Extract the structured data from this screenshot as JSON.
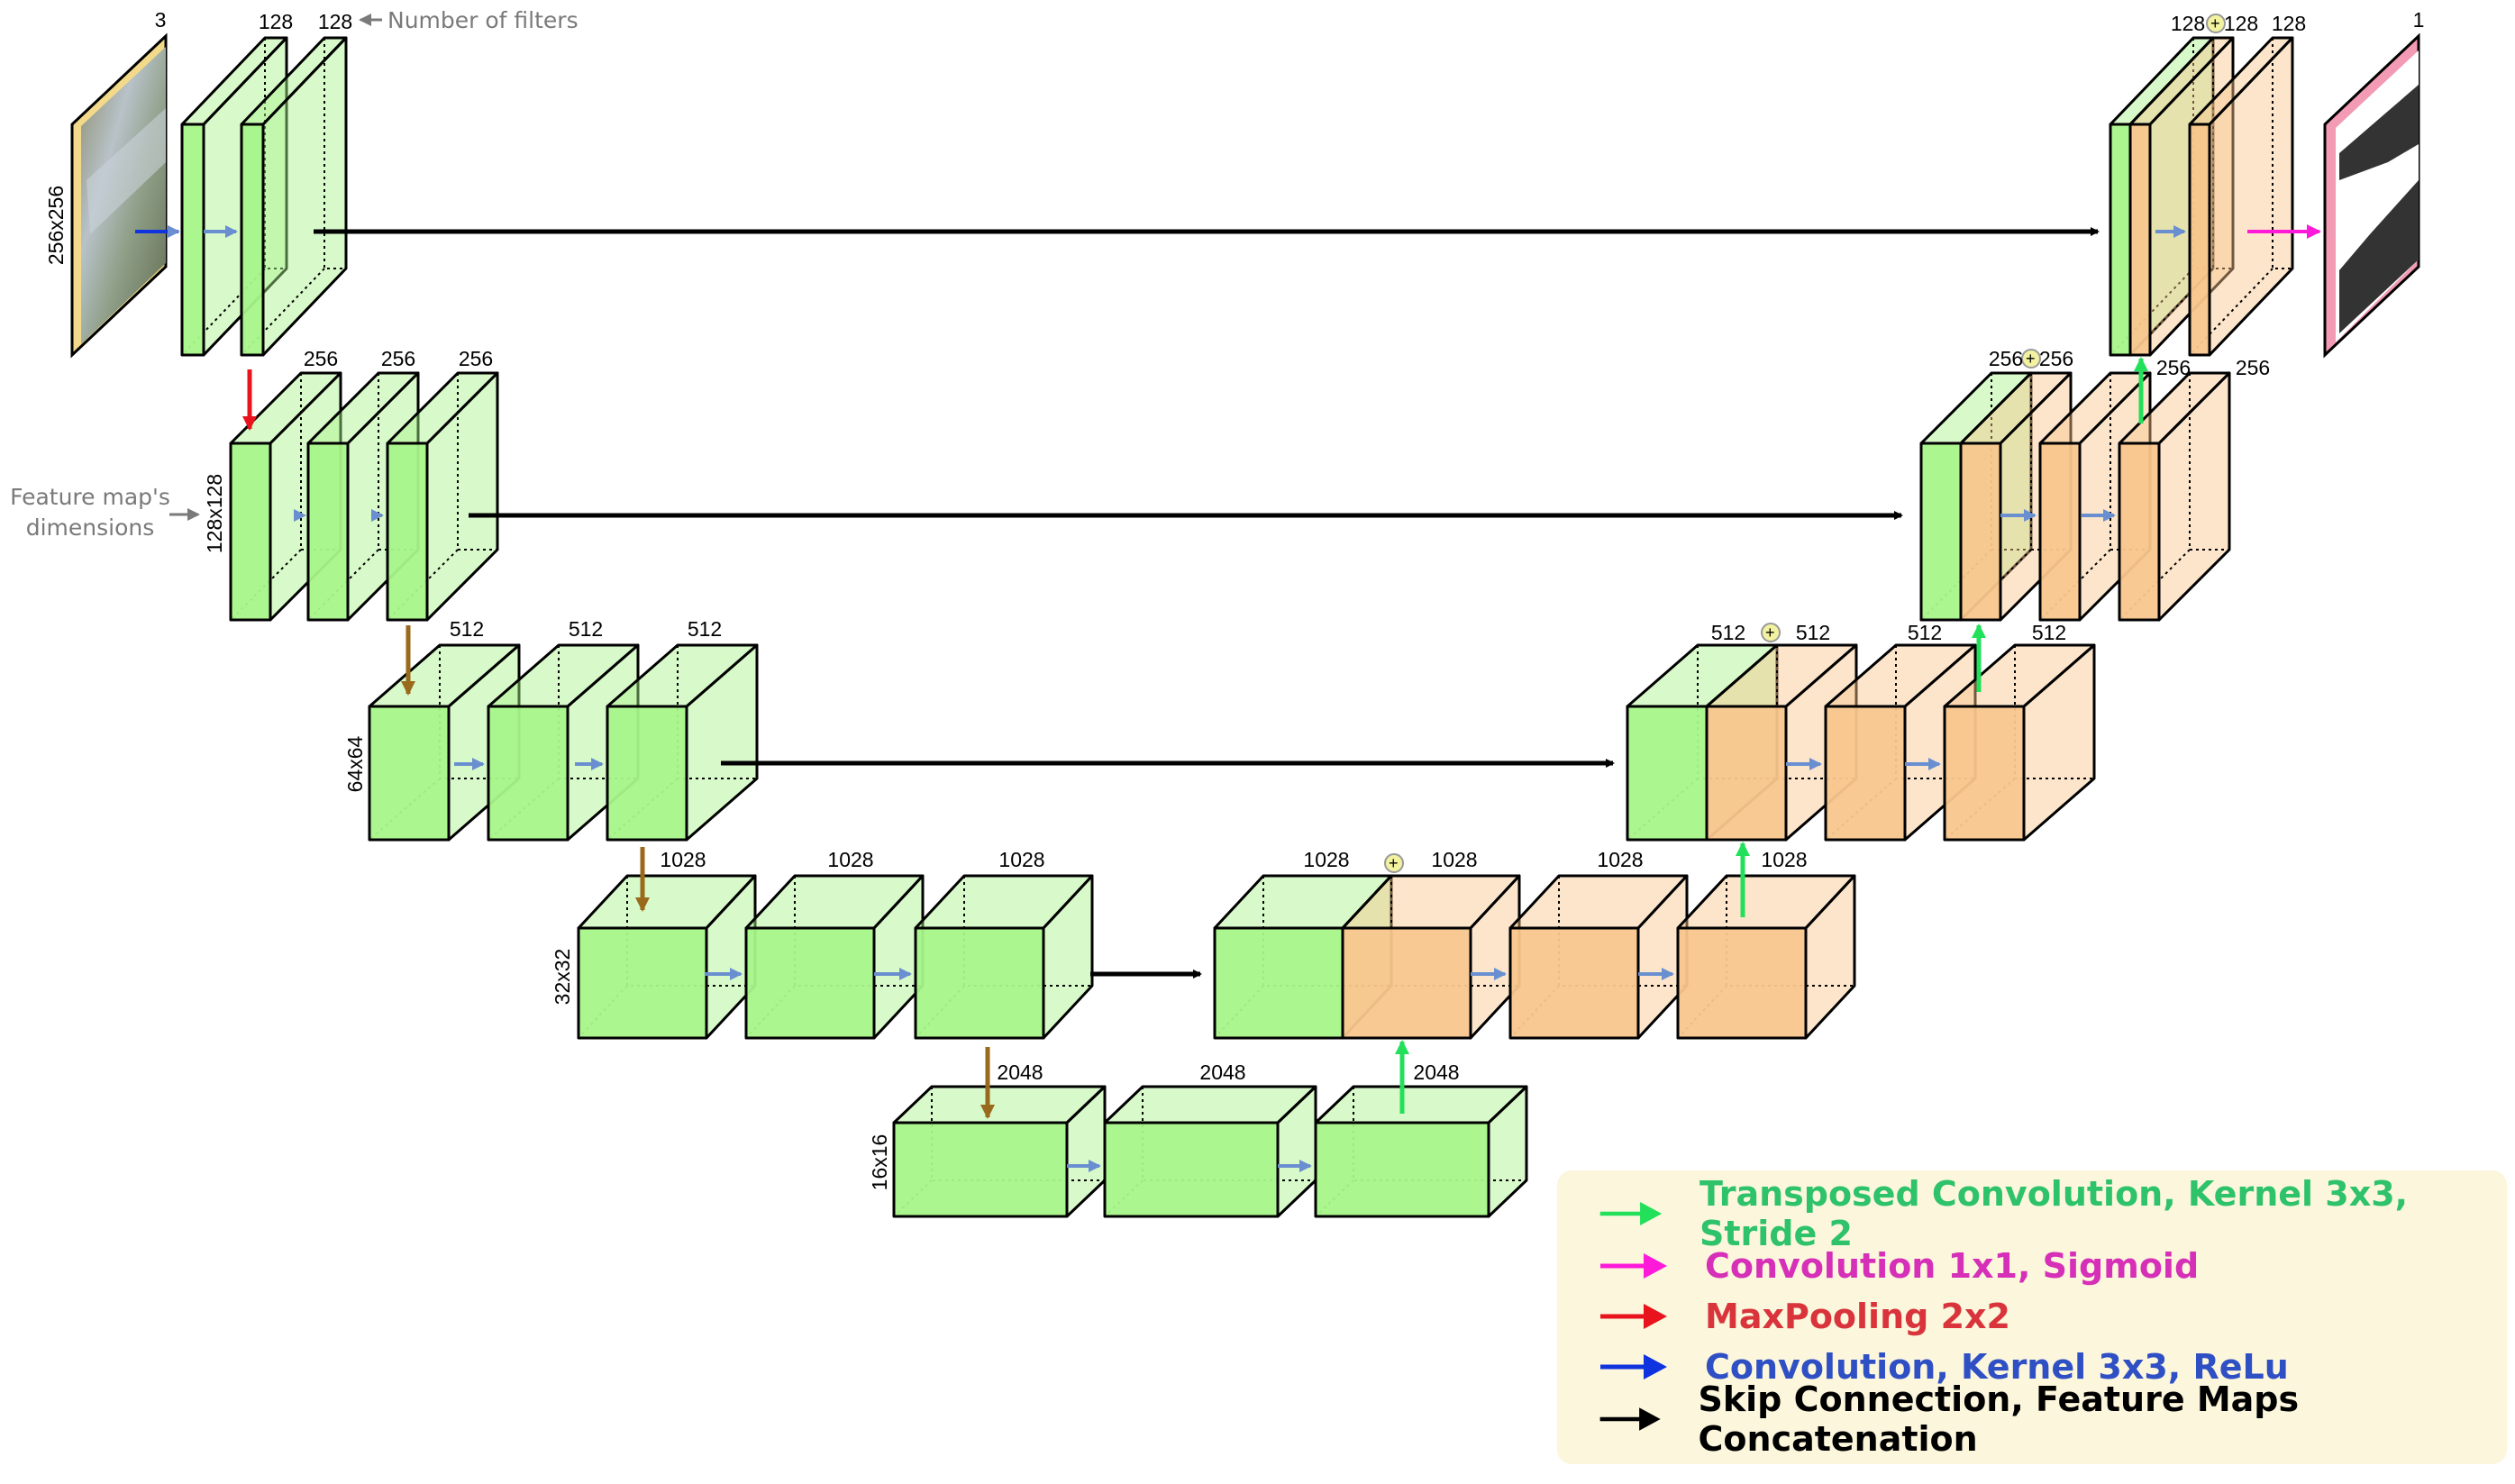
{
  "annotations": {
    "filters_note": "Number of filters",
    "dims_note_line1": "Feature map's",
    "dims_note_line2": "dimensions"
  },
  "dims": {
    "d256": "256x256",
    "d128": "128x128",
    "d64": "64x64",
    "d32": "32x32",
    "d16": "16x16"
  },
  "filters": {
    "e0_in": "3",
    "e0_a": "128",
    "e0_b": "128",
    "e1_a": "256",
    "e1_b": "256",
    "e1_c": "256",
    "e2_a": "512",
    "e2_b": "512",
    "e2_c": "512",
    "e3_a": "1028",
    "e3_b": "1028",
    "e3_c": "1028",
    "b_a": "2048",
    "b_b": "2048",
    "b_c": "2048",
    "d3_a": "1028",
    "d3_b": "1028",
    "d3_c": "1028",
    "d3_d": "1028",
    "d2_a": "512",
    "d2_b": "512",
    "d2_c": "512",
    "d2_d": "512",
    "d1_a": "256",
    "d1_b": "256",
    "d1_c": "256",
    "d1_d": "256",
    "d0_a": "128",
    "d0_b": "128",
    "d0_c": "128",
    "out": "1"
  },
  "legend": [
    {
      "label": "Transposed Convolution, Kernel 3x3, Stride 2",
      "color": "#2ec26a",
      "arrow_color": "#22e05a",
      "icon": "green-arrow-icon"
    },
    {
      "label": "Convolution 1x1, Sigmoid",
      "color": "#d62fb8",
      "arrow_color": "#ff1ad9",
      "icon": "magenta-arrow-icon"
    },
    {
      "label": "MaxPooling 2x2",
      "color": "#d9343b",
      "arrow_color": "#e8131c",
      "icon": "red-arrow-icon"
    },
    {
      "label": "Convolution, Kernel 3x3, ReLu",
      "color": "#2f4fc4",
      "arrow_color": "#1033e0",
      "icon": "blue-arrow-icon"
    },
    {
      "label": "Skip Connection, Feature Maps Concatenation",
      "color": "#000000",
      "arrow_color": "#000000",
      "icon": "black-arrow-icon"
    }
  ],
  "colors": {
    "encoder_fill": "#a8f58a",
    "decoder_fill": "#f8c68c",
    "input_frame": "#f3d98a",
    "output_frame": "#f39ab4",
    "conv_arrow": "#6a8fd0",
    "pool_arrow": "#9a6a1c",
    "up_arrow": "#22e05a"
  }
}
